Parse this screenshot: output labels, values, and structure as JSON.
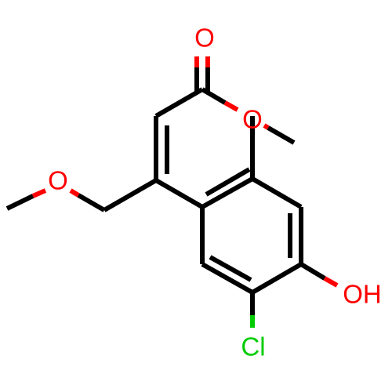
{
  "molecule": {
    "atoms": {
      "carbonyl_oxygen": {
        "label": "O",
        "color": "#ff0000"
      },
      "ring_oxygen": {
        "label": "O",
        "color": "#ff0000"
      },
      "ether_oxygen": {
        "label": "O",
        "color": "#ff0000"
      },
      "hydroxyl": {
        "label": "OH",
        "color": "#ff0000"
      },
      "chlorine": {
        "label": "Cl",
        "color": "#00cc00"
      }
    }
  }
}
